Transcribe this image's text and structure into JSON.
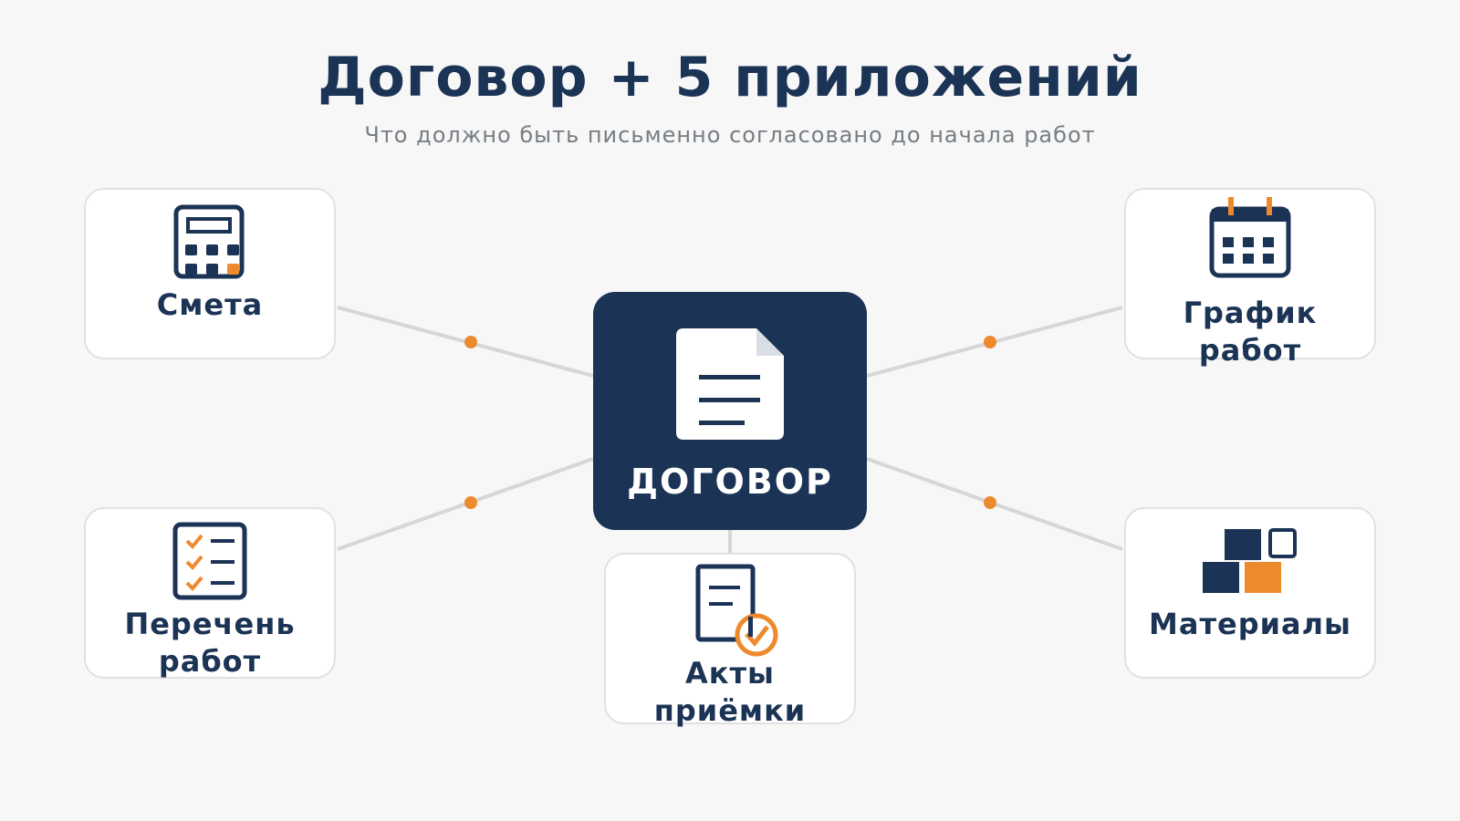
{
  "header": {
    "title": "Договор + 5 приложений",
    "subtitle": "Что должно быть письменно согласовано до начала работ"
  },
  "center": {
    "label": "ДОГОВОР",
    "icon": "document-icon"
  },
  "cards": [
    {
      "label": "Смета",
      "icon": "calculator-icon"
    },
    {
      "label": "График\nработ",
      "icon": "calendar-icon"
    },
    {
      "label": "Перечень\nработ",
      "icon": "checklist-icon"
    },
    {
      "label": "Акты\nприёмки",
      "icon": "document-check-icon"
    },
    {
      "label": "Материалы",
      "icon": "blocks-icon"
    }
  ],
  "colors": {
    "navy": "#1b3355",
    "orange": "#ee8a2e",
    "connector": "#d6d6d6",
    "background": "#f6f7f6"
  }
}
